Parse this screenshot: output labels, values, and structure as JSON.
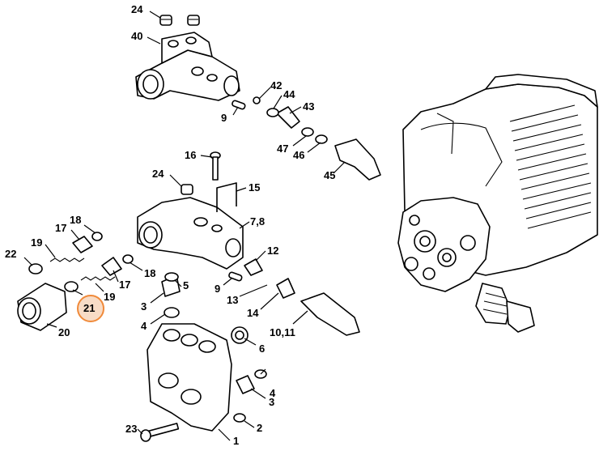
{
  "diagram": {
    "highlight_color": "#f08a3a",
    "highlight_fill": "#f8dcc6",
    "highlighted_part": "21",
    "callouts": [
      "24",
      "40",
      "42",
      "44",
      "43",
      "9",
      "47",
      "46",
      "45",
      "16",
      "24",
      "15",
      "7,8",
      "17",
      "18",
      "19",
      "22",
      "12",
      "18",
      "5",
      "9",
      "13",
      "17",
      "19",
      "3",
      "14",
      "21",
      "10,11",
      "20",
      "4",
      "6",
      "4",
      "3",
      "2",
      "23",
      "1"
    ]
  }
}
